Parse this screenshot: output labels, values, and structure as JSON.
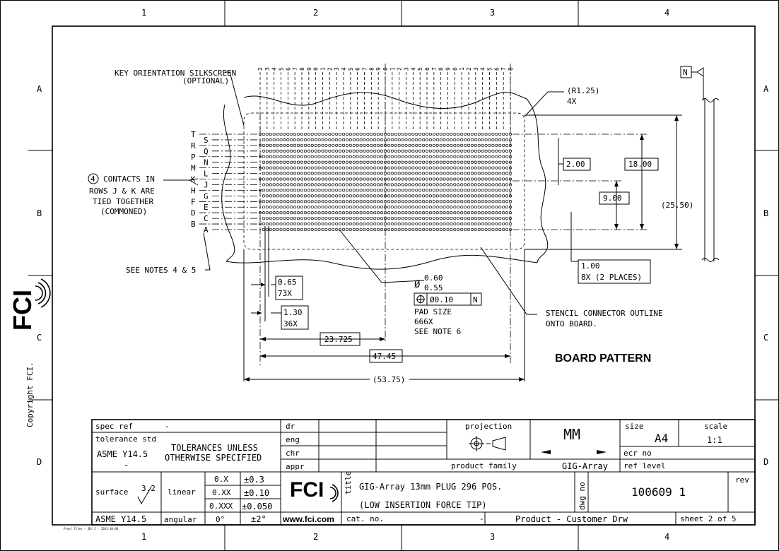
{
  "zones": {
    "cols": [
      "1",
      "2",
      "3",
      "4"
    ],
    "rows": [
      "A",
      "B",
      "C",
      "D"
    ]
  },
  "pin_numbers": "2345678901234567890123456789012345678",
  "row_letters": [
    "T",
    "S",
    "R",
    "Q",
    "P",
    "N",
    "M",
    "L",
    "K",
    "J",
    "H",
    "G",
    "F",
    "E",
    "D",
    "C",
    "B",
    "A"
  ],
  "callouts": {
    "key_line1": "KEY ORIENTATION SILKSCREEN",
    "key_line2": "(OPTIONAL)",
    "contacts_num": "4",
    "contacts_line1": "CONTACTS IN",
    "contacts_line2": "ROWS J & K ARE",
    "contacts_line3": "TIED TOGETHER",
    "contacts_line4": "(COMMONED)",
    "see_notes": "SEE NOTES 4 & 5",
    "radius_line1": "(R1.25)",
    "radius_line2": "4X",
    "datum": "N",
    "stencil_line1": "STENCIL CONNECTOR OUTLINE",
    "stencil_line2": "ONTO BOARD.",
    "board_pattern": "BOARD PATTERN"
  },
  "dims": {
    "d200": "2.00",
    "d1800": "18.00",
    "d900": "9.00",
    "d2550": "(25.50)",
    "d100_a": "1.00",
    "d100_b": "8X (2 PLACES)",
    "d065_a": "0.65",
    "d065_b": "73X",
    "d130_a": "1.30",
    "d130_b": "36X",
    "d23725": "23.725",
    "d4745": "47.45",
    "d5375": "(53.75)",
    "dia_sym": "Ø",
    "dia_max": "0.60",
    "dia_min": "0.55",
    "fcf_tol": "Ø0.10",
    "fcf_datum": "N",
    "pad_line1": "PAD SIZE",
    "pad_line2": "666X",
    "pad_line3": "SEE NOTE 6"
  },
  "title_block": {
    "spec_ref_label": "spec ref",
    "spec_ref_value": "-",
    "tol_std_label": "tolerance std",
    "tol_std_value": "ASME Y14.5",
    "tol_std_dash": "-",
    "tol_unless_1": "TOLERANCES UNLESS",
    "tol_unless_2": "OTHERWISE SPECIFIED",
    "dr": "dr",
    "eng": "eng",
    "chr": "chr",
    "appr": "appr",
    "projection": "projection",
    "units": "MM",
    "size_label": "size",
    "size_value": "A4",
    "scale_label": "scale",
    "scale_value": "1:1",
    "ecr_label": "ecr no",
    "ref_level_label": "ref level",
    "product_family_label": "product family",
    "product_family_value": "GIG-Array",
    "surface_label": "surface",
    "surface_value": "3.2",
    "surface_std": "ASME Y14.5",
    "linear_label": "linear",
    "angular_label": "angular",
    "tol_rows": [
      {
        "fmt": "0.X",
        "tol": "±0.3"
      },
      {
        "fmt": "0.XX",
        "tol": "±0.10"
      },
      {
        "fmt": "0.XXX",
        "tol": "±0.050"
      }
    ],
    "ang_fmt": "0°",
    "ang_tol": "±2°",
    "logo": "FCI",
    "website": "www.fci.com",
    "title_label": "title",
    "title_line1": "GIG-Array 13mm PLUG 296 POS.",
    "title_line2": "(LOW INSERTION FORCE TIP)",
    "dwg_label": "dwg no",
    "dwg_value": "100609 1",
    "rev_label": "rev",
    "cat_label": "cat. no.",
    "cat_value": "-",
    "doc_type": "Product - Customer Drw",
    "sheet": "sheet 2 of 5"
  },
  "side": {
    "logo": "FCI",
    "copyright": "Copyright FCI."
  },
  "footer_note": "Proe/ Files - 3D/ C - 2013-10-08"
}
